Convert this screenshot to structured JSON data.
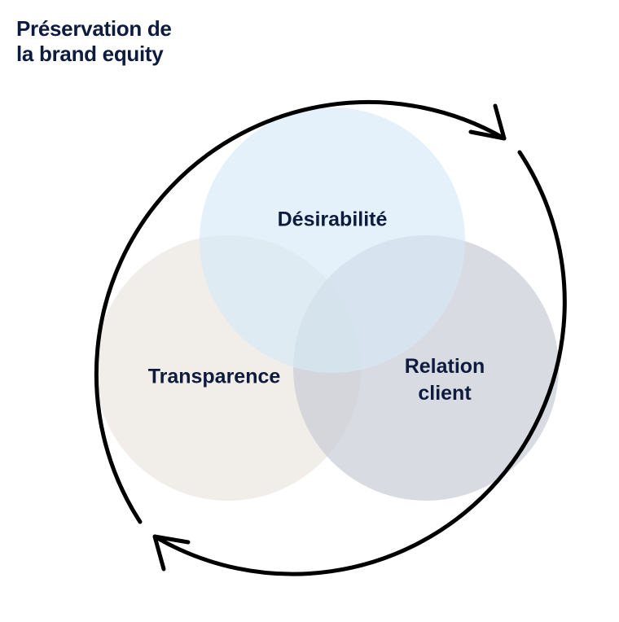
{
  "title": {
    "line1": "Préservation de",
    "line2": "la brand equity"
  },
  "circles": [
    {
      "id": "desirabilite",
      "lines": [
        "Désirabilité"
      ],
      "color": "#e3f1fb"
    },
    {
      "id": "transparence",
      "lines": [
        "Transparence"
      ],
      "color": "#efebe6"
    },
    {
      "id": "relation-client",
      "lines": [
        "Relation",
        "client"
      ],
      "color": "#d9dbe1"
    }
  ],
  "cycle": {
    "direction": "clockwise",
    "stroke_color": "#000000"
  },
  "colors": {
    "text": "#0d1b3e"
  }
}
